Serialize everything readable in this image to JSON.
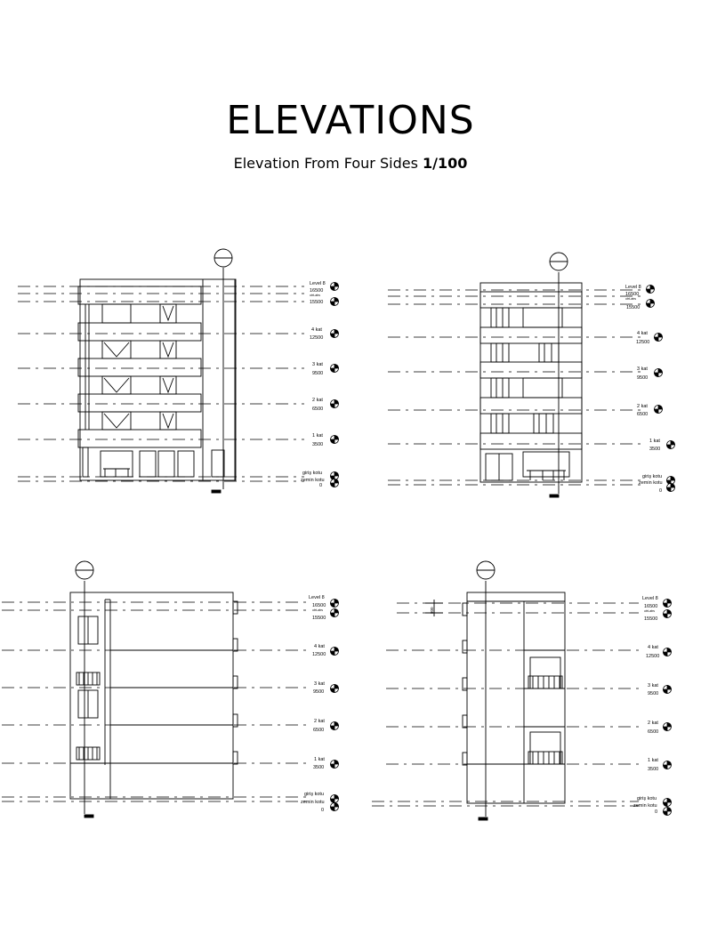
{
  "page": {
    "title": "ELEVATIONS",
    "subtitle_text": "Elevation From Four Sides ",
    "subtitle_scale": "1/100"
  },
  "levels": [
    {
      "name": "Level 8",
      "value": "16500"
    },
    {
      "name": "otrt-atrs",
      "value": "15500"
    },
    {
      "name": "4 kat",
      "value": "12500"
    },
    {
      "name": "3 kat",
      "value": "9500"
    },
    {
      "name": "2 kat",
      "value": "6500"
    },
    {
      "name": "1 kat",
      "value": "3500"
    },
    {
      "name": "giriş kotu",
      "value": ""
    },
    {
      "name": "zemin kotu",
      "value": "0"
    }
  ],
  "elevations": [
    {
      "id": "front"
    },
    {
      "id": "rear"
    },
    {
      "id": "left-side"
    },
    {
      "id": "right-side",
      "dimension": "800"
    }
  ]
}
